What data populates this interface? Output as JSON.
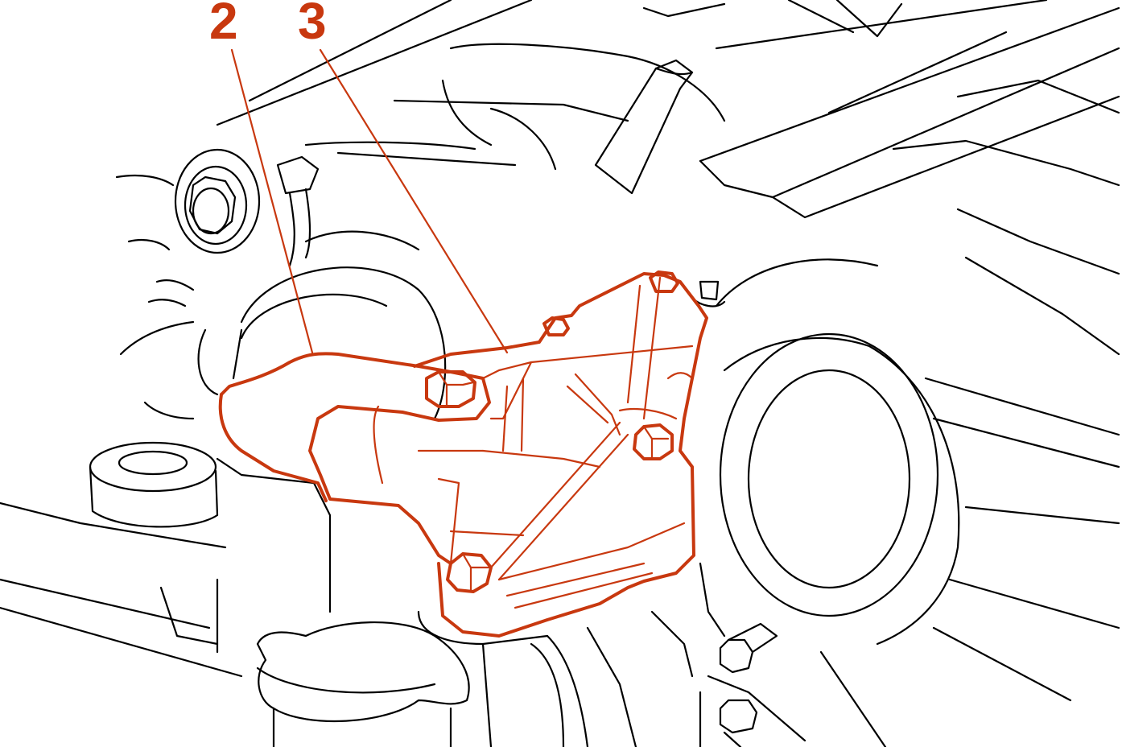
{
  "colors": {
    "line": "#000000",
    "highlight": "#c8380f",
    "background": "#ffffff"
  },
  "callouts": [
    {
      "label": "2",
      "part": "bracket"
    },
    {
      "label": "3",
      "part": "mount"
    }
  ]
}
